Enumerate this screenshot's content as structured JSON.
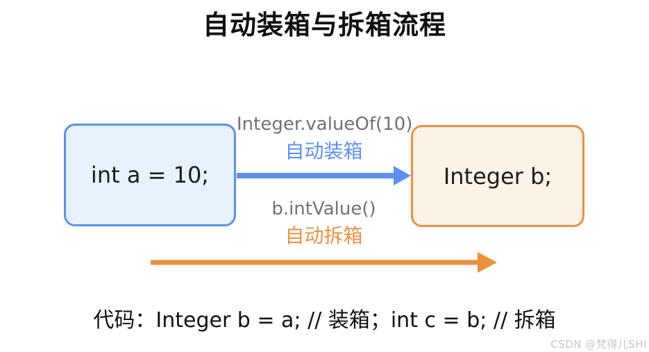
{
  "title": "自动装箱与拆箱流程",
  "boxes": {
    "source": {
      "label": "int a = 10;"
    },
    "target": {
      "label": "Integer b;"
    }
  },
  "boxing_flow": {
    "method": "Integer.valueOf(10)",
    "caption": "自动装箱"
  },
  "unboxing_flow": {
    "method": "b.intValue()",
    "caption": "自动拆箱"
  },
  "code_line": "代码：Integer b = a; // 装箱；int c = b; // 拆箱",
  "watermark": "CSDN @梵得儿SHI",
  "colors": {
    "blue": "#5b8ff7",
    "blue-fill": "#e7f2fd",
    "orange": "#ee9038",
    "orange-fill": "#fcf3e7",
    "gray-label": "#6e7277",
    "text": "#1b1b1b",
    "watermark": "#c5c5c5"
  }
}
